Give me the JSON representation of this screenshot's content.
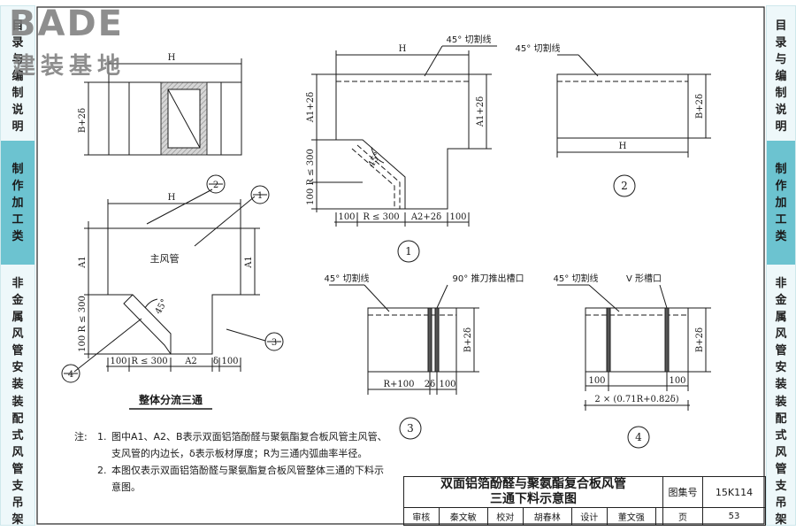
{
  "watermark": {
    "brand": "BADE",
    "subtitle": "建装基地"
  },
  "left_tabs": [
    {
      "label": "目录与编制说明",
      "active": false
    },
    {
      "label": "制作加工类",
      "active": true
    },
    {
      "label": "非金属风管安装",
      "active": false
    },
    {
      "label": "装配式风管支吊架",
      "active": false
    }
  ],
  "right_tabs": [
    {
      "label": "目录与编制说明",
      "active": false
    },
    {
      "label": "制作加工类",
      "active": true
    },
    {
      "label": "非金属风管安装",
      "active": false
    },
    {
      "label": "装配式风管支吊架",
      "active": false
    }
  ],
  "labels": {
    "H": "H",
    "A1": "A1",
    "A2": "A2",
    "A1_2d": "A1+2δ",
    "B_2d": "B+2δ",
    "A2_2d": "A2+2δ",
    "cut_45": "45° 切割线",
    "push_90": "90° 推刀推出槽口",
    "v_groove": "V 形槽口",
    "main_duct": "主风管",
    "angle_45": "45°",
    "r100": "100",
    "r300": "R ≤ 300",
    "d100_300": "100 R ≤ 300",
    "R100": "R+100",
    "two_d": "2δ",
    "delta": "δ",
    "formula": "2 × (0.71R+0.82δ)",
    "whole_tee": "整体分流三通",
    "c1": "1",
    "c2": "2",
    "c3": "3",
    "c4": "4"
  },
  "notes": {
    "prefix": "注:",
    "n1_num": "1.",
    "n1": "图中A1、A2、B表示双面铝箔酚醛与聚氨酯复合板风管主风管、支风管的内边长，δ表示板材厚度；R为三通内弧曲率半径。",
    "n2_num": "2.",
    "n2": "本图仅表示双面铝箔酚醛与聚氨酯复合板风管整体三通的下料示意图。"
  },
  "title_block": {
    "title_line1": "双面铝箔酚醛与聚氨酯复合板风管",
    "title_line2": "三通下料示意图",
    "atlas_label": "图集号",
    "atlas_no": "15K114",
    "review_label": "审核",
    "reviewer": "秦文敏",
    "check_label": "校对",
    "checker": "胡春林",
    "design_label": "设计",
    "designer": "董文强",
    "page_label": "页",
    "page_no": "53"
  },
  "colors": {
    "tab_active": "#6cc3d0",
    "tab_bg": "#eef8fa",
    "line": "#1a1a1a",
    "insulation": "#b0b0b0",
    "groove": "#555555"
  }
}
